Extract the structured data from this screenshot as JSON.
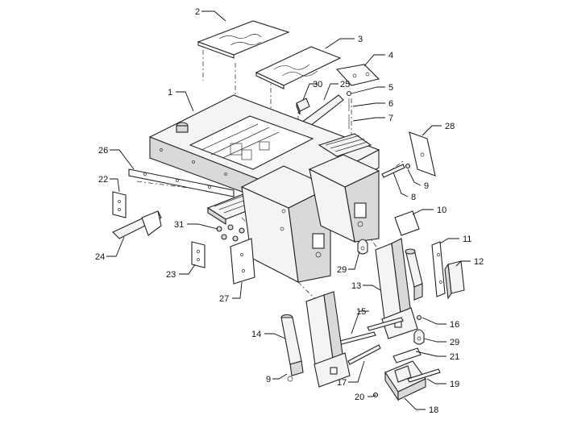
{
  "callouts": [
    {
      "label": "1"
    },
    {
      "label": "2"
    },
    {
      "label": "3"
    },
    {
      "label": "4"
    },
    {
      "label": "5"
    },
    {
      "label": "6"
    },
    {
      "label": "7"
    },
    {
      "label": "8"
    },
    {
      "label": "9"
    },
    {
      "label": "10"
    },
    {
      "label": "11"
    },
    {
      "label": "12"
    },
    {
      "label": "13"
    },
    {
      "label": "14"
    },
    {
      "label": "15"
    },
    {
      "label": "16"
    },
    {
      "label": "17"
    },
    {
      "label": "18"
    },
    {
      "label": "19"
    },
    {
      "label": "20"
    },
    {
      "label": "21"
    },
    {
      "label": "22"
    },
    {
      "label": "23"
    },
    {
      "label": "24"
    },
    {
      "label": "25"
    },
    {
      "label": "26"
    },
    {
      "label": "27"
    },
    {
      "label": "28"
    },
    {
      "label": "29"
    },
    {
      "label": "30"
    },
    {
      "label": "31"
    },
    {
      "label": "9"
    },
    {
      "label": "29"
    }
  ]
}
